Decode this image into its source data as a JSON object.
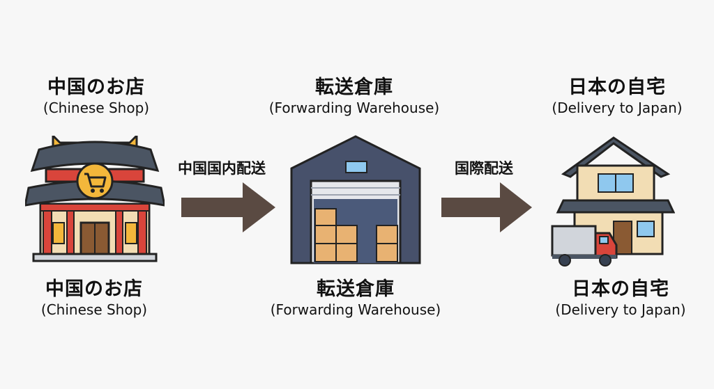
{
  "steps": [
    {
      "title_jp": "中国のお店",
      "title_en": "(Chinese Shop)",
      "icon": "chinese-shop-icon"
    },
    {
      "title_jp": "転送倉庫",
      "title_en": "(Forwarding Warehouse)",
      "icon": "warehouse-icon"
    },
    {
      "title_jp": "日本の自宅",
      "title_en": "(Delivery to Japan)",
      "icon": "house-truck-icon"
    }
  ],
  "arrows": [
    {
      "label": "中国国内配送"
    },
    {
      "label": "国際配送"
    }
  ],
  "colors": {
    "background": "#f7f7f7",
    "arrow": "#5a4a42",
    "roof": "#4b5563",
    "red": "#d9453b",
    "gold": "#f3b73b",
    "warehouse": "#47516b",
    "box": "#e8b272",
    "house_wall": "#f2ddb4",
    "window": "#8fc8ee"
  }
}
